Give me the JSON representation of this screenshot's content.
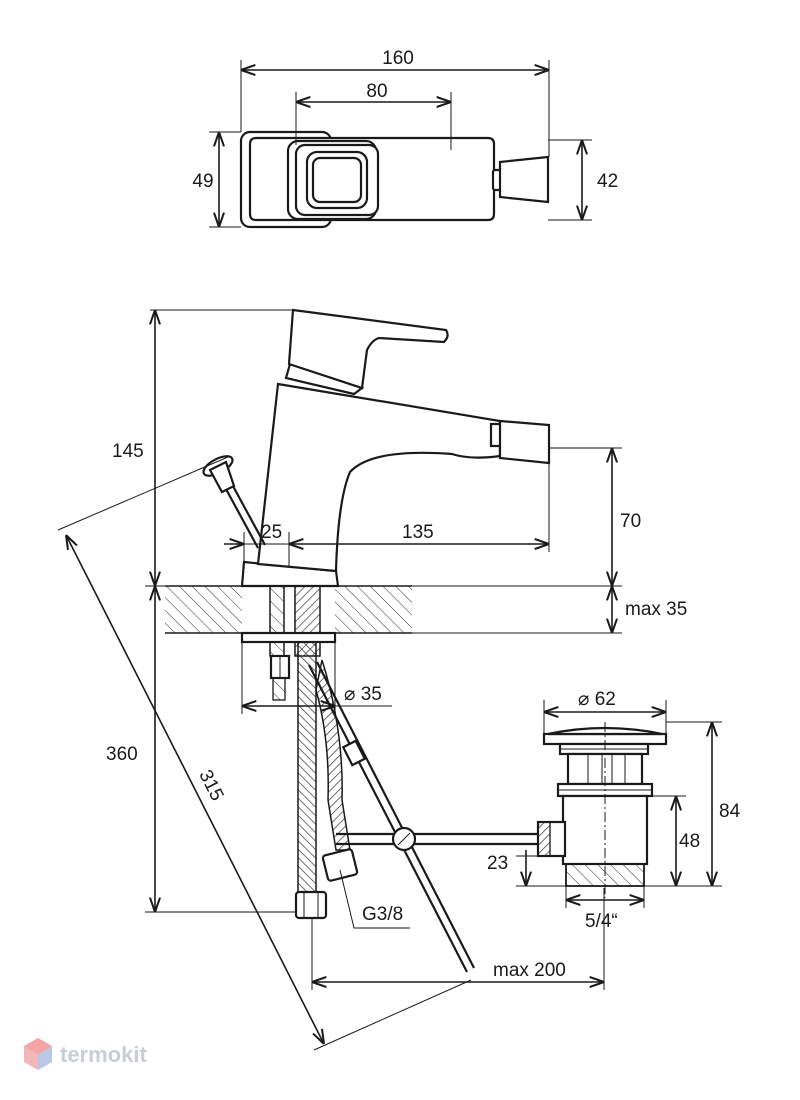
{
  "dimensions": {
    "top_width_total": "160",
    "top_width_body": "80",
    "top_height_left": "49",
    "top_height_right": "42",
    "height_145": "145",
    "spout_offset_25": "25",
    "spout_reach_135": "135",
    "spout_height_70": "70",
    "deck_thickness": "max 35",
    "hole_diameter": "⌀ 35",
    "height_360": "360",
    "rod_length_315": "315",
    "waste_diameter": "⌀ 62",
    "waste_height_84": "84",
    "waste_height_48": "48",
    "waste_offset_23": "23",
    "waste_thread": "5/4“",
    "hose_thread": "G3/8",
    "max_200": "max 200"
  },
  "brand": {
    "name": "termokit",
    "color": "#c9cdd3",
    "icon": "cube-logo-icon"
  },
  "colors": {
    "line": "#1a1a1a",
    "background": "#ffffff"
  }
}
